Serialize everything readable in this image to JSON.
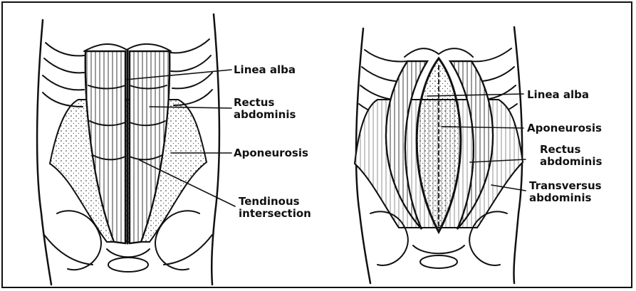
{
  "left_figure": {
    "labels": {
      "linea_alba": "Linea alba",
      "rectus_abdominis": "Rectus\nabdominis",
      "aponeurosis": "Aponeurosis",
      "tendinous_intersection": "Tendinous\nintersection"
    }
  },
  "right_figure": {
    "labels": {
      "linea_alba": "Linea alba",
      "aponeurosis": "Aponeurosis",
      "rectus_abdominis": "Rectus\nabdominis",
      "transversus_abdominis": "Transversus\nabdominis"
    }
  },
  "colors": {
    "ink": "#111111",
    "background": "#ffffff",
    "aponeurosis_fill": "#f4f4f4"
  }
}
